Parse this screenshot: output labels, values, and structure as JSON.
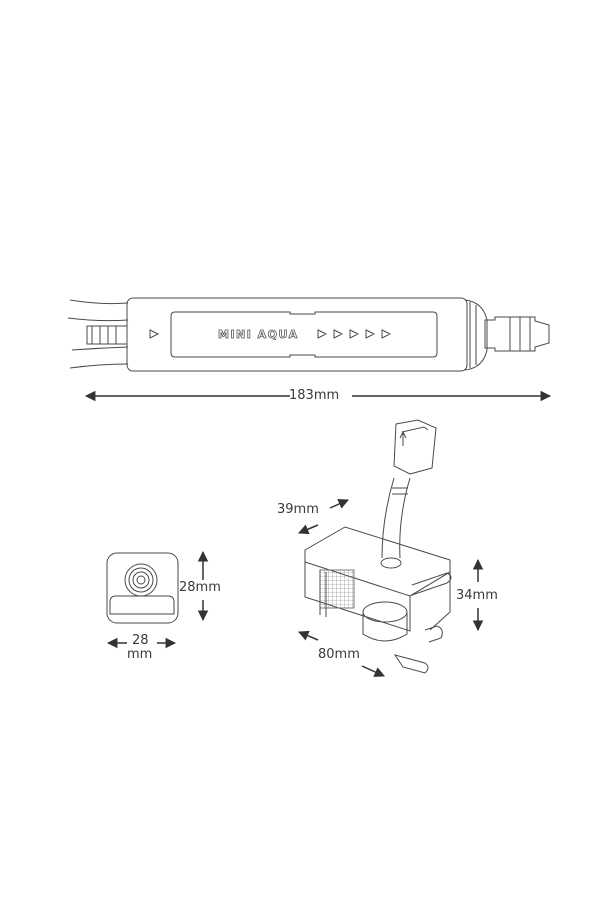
{
  "product_name": "MINI AQUA",
  "dimensions": {
    "length": "183mm",
    "sensor_height": "28mm",
    "sensor_width_line1": "28",
    "sensor_width_line2": "mm",
    "pump_depth": "39mm",
    "pump_height": "34mm",
    "pump_length": "80mm"
  },
  "colors": {
    "line": "#3a3a3a",
    "background": "#ffffff"
  }
}
